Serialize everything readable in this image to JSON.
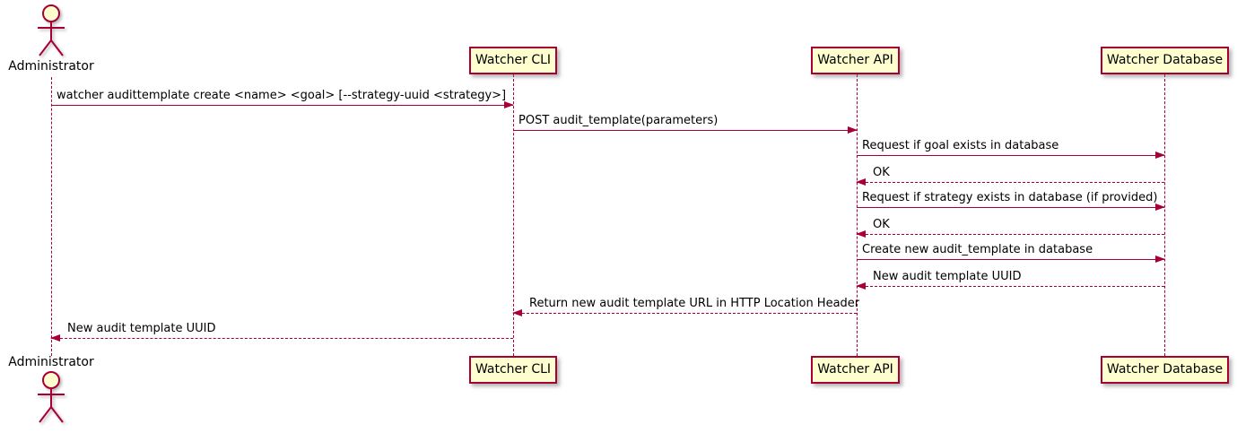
{
  "diagram": {
    "type": "sequence-diagram",
    "colors": {
      "line": "#A80036",
      "participant_fill": "#FEFECE",
      "text": "#000000",
      "background": "#FFFFFF"
    },
    "participants": [
      {
        "name": "Administrator",
        "kind": "actor"
      },
      {
        "name": "Watcher CLI",
        "kind": "participant"
      },
      {
        "name": "Watcher API",
        "kind": "participant"
      },
      {
        "name": "Watcher Database",
        "kind": "participant"
      }
    ],
    "messages": [
      {
        "from": "Administrator",
        "to": "Watcher CLI",
        "style": "solid",
        "text": "watcher audittemplate create <name> <goal> [--strategy-uuid <strategy>]"
      },
      {
        "from": "Watcher CLI",
        "to": "Watcher API",
        "style": "solid",
        "text": "POST audit_template(parameters)"
      },
      {
        "from": "Watcher API",
        "to": "Watcher Database",
        "style": "solid",
        "text": "Request if goal exists in database"
      },
      {
        "from": "Watcher Database",
        "to": "Watcher API",
        "style": "dashed",
        "text": "OK"
      },
      {
        "from": "Watcher API",
        "to": "Watcher Database",
        "style": "solid",
        "text": "Request if strategy exists in database (if provided)"
      },
      {
        "from": "Watcher Database",
        "to": "Watcher API",
        "style": "dashed",
        "text": "OK"
      },
      {
        "from": "Watcher API",
        "to": "Watcher Database",
        "style": "solid",
        "text": "Create new audit_template in database"
      },
      {
        "from": "Watcher Database",
        "to": "Watcher API",
        "style": "dashed",
        "text": "New audit template UUID"
      },
      {
        "from": "Watcher API",
        "to": "Watcher CLI",
        "style": "dashed",
        "text": "Return new audit template URL in HTTP Location Header"
      },
      {
        "from": "Watcher CLI",
        "to": "Administrator",
        "style": "dashed",
        "text": "New audit template UUID"
      }
    ]
  }
}
